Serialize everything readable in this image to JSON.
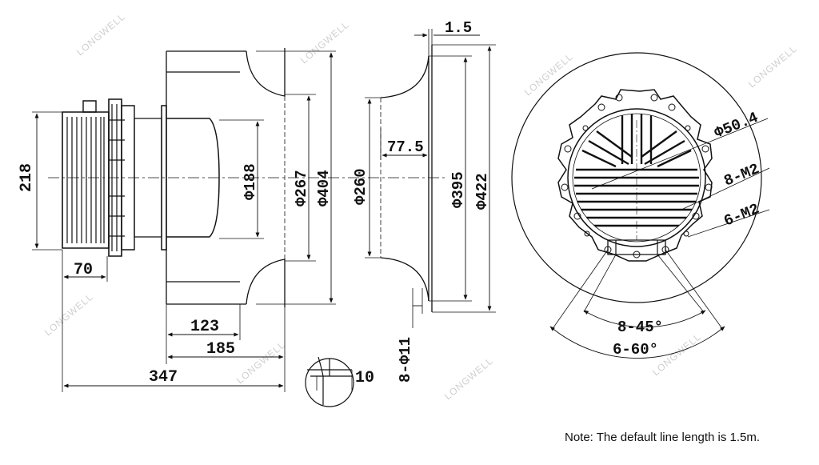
{
  "watermark": "LONGWELL",
  "colors": {
    "line": "#111111",
    "watermark": "#cfcfcf",
    "background": "#ffffff"
  },
  "dimensions": {
    "motor_height": "218",
    "motor_depth": "70",
    "hub_dia": "Φ188",
    "inlet_dia": "Φ267",
    "wheel_dia": "Φ404",
    "inlet_ring_inner": "Φ260",
    "inlet_ring_depth": "77.5",
    "inlet_ring_mid": "Φ395",
    "inlet_ring_outer": "Φ422",
    "ring_thickness": "1.5",
    "width_123": "123",
    "width_185": "185",
    "overall_347": "347",
    "sheet_thickness": "10",
    "holes": "8-Φ11",
    "bolt_circle": "Φ50.4",
    "screws_8": "8-M2",
    "screws_6": "6-M2",
    "angle_8": "8-45°",
    "angle_6": "6-60°"
  },
  "note": "Note: The default line length is 1.5m."
}
